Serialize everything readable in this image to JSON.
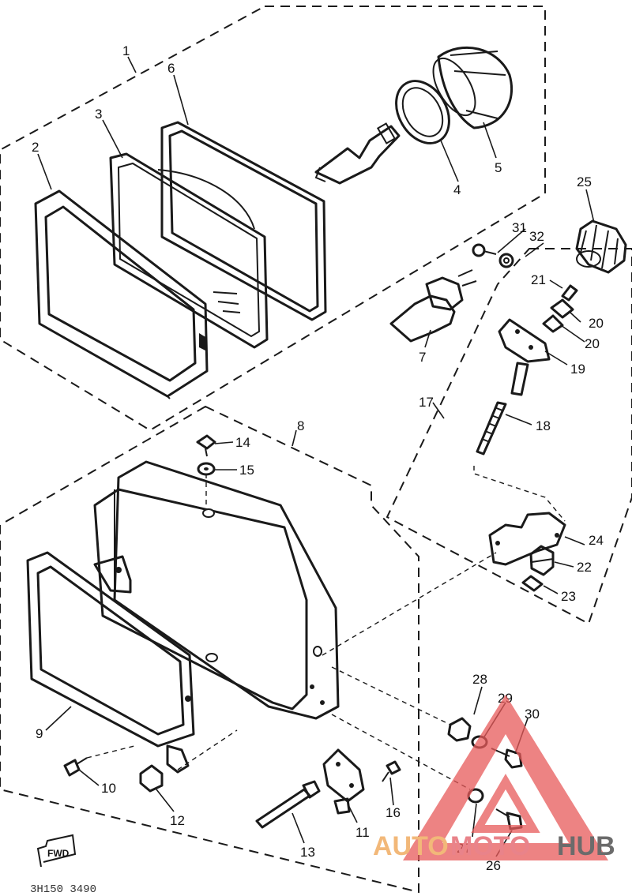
{
  "callouts": {
    "c1": "1",
    "c2": "2",
    "c3": "3",
    "c4": "4",
    "c5": "5",
    "c6": "6",
    "c7": "7",
    "c8": "8",
    "c9": "9",
    "c10": "10",
    "c11": "11",
    "c12": "12",
    "c13": "13",
    "c14": "14",
    "c15": "15",
    "c16": "16",
    "c17": "17",
    "c18": "18",
    "c19": "19",
    "c20a": "20",
    "c20b": "20",
    "c21": "21",
    "c22": "22",
    "c23": "23",
    "c24": "24",
    "c25": "25",
    "c26": "26",
    "c27": "27",
    "c28": "28",
    "c29": "29",
    "c30": "30",
    "c31": "31",
    "c32": "32"
  },
  "direction_marker": "FWD",
  "drawing_code": "3H150 3490",
  "watermark": {
    "part1": "AUTO",
    "part2": "MOTO",
    "part3": "HUB",
    "colors": {
      "auto": "#f2b879",
      "moto": "#e9838a",
      "hub": "#6b6b6b",
      "triangle": "#e85a5a"
    }
  }
}
